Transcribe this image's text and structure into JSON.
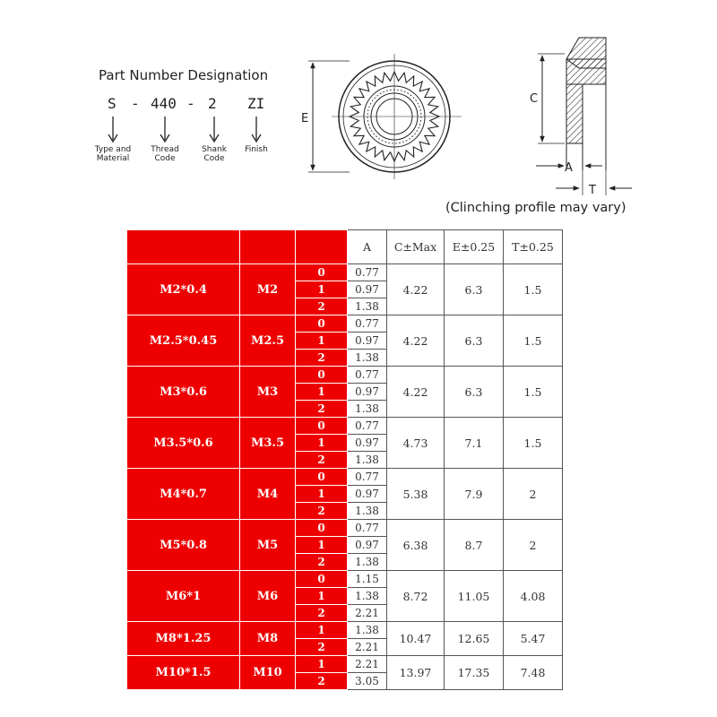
{
  "designation": {
    "title": "Part Number Designation",
    "parts": [
      "S",
      "-",
      "440",
      "-",
      "2",
      "ZI"
    ],
    "captions": [
      {
        "line1": "Type and",
        "line2": "Material"
      },
      {
        "line1": "Thread",
        "line2": "Code"
      },
      {
        "line1": "Shank",
        "line2": "Code"
      },
      {
        "line1": "Finish",
        "line2": ""
      }
    ]
  },
  "drawing": {
    "dim_labels": {
      "E": "E",
      "C": "C",
      "A": "A",
      "T": "T"
    },
    "note": "(Clinching profile may vary)"
  },
  "table": {
    "headers": [
      "A",
      "C±Max",
      "E±0.25",
      "T±0.25"
    ],
    "rows": [
      {
        "thread": "M2*0.4",
        "code": "M2",
        "shank": [
          {
            "code": "0",
            "a": "0.77"
          },
          {
            "code": "1",
            "a": "0.97"
          },
          {
            "code": "2",
            "a": "1.38"
          }
        ],
        "c": "4.22",
        "e": "6.3",
        "t": "1.5"
      },
      {
        "thread": "M2.5*0.45",
        "code": "M2.5",
        "shank": [
          {
            "code": "0",
            "a": "0.77"
          },
          {
            "code": "1",
            "a": "0.97"
          },
          {
            "code": "2",
            "a": "1.38"
          }
        ],
        "c": "4.22",
        "e": "6.3",
        "t": "1.5"
      },
      {
        "thread": "M3*0.6",
        "code": "M3",
        "shank": [
          {
            "code": "0",
            "a": "0.77"
          },
          {
            "code": "1",
            "a": "0.97"
          },
          {
            "code": "2",
            "a": "1.38"
          }
        ],
        "c": "4.22",
        "e": "6.3",
        "t": "1.5"
      },
      {
        "thread": "M3.5*0.6",
        "code": "M3.5",
        "shank": [
          {
            "code": "0",
            "a": "0.77"
          },
          {
            "code": "1",
            "a": "0.97"
          },
          {
            "code": "2",
            "a": "1.38"
          }
        ],
        "c": "4.73",
        "e": "7.1",
        "t": "1.5"
      },
      {
        "thread": "M4*0.7",
        "code": "M4",
        "shank": [
          {
            "code": "0",
            "a": "0.77"
          },
          {
            "code": "1",
            "a": "0.97"
          },
          {
            "code": "2",
            "a": "1.38"
          }
        ],
        "c": "5.38",
        "e": "7.9",
        "t": "2"
      },
      {
        "thread": "M5*0.8",
        "code": "M5",
        "shank": [
          {
            "code": "0",
            "a": "0.77"
          },
          {
            "code": "1",
            "a": "0.97"
          },
          {
            "code": "2",
            "a": "1.38"
          }
        ],
        "c": "6.38",
        "e": "8.7",
        "t": "2"
      },
      {
        "thread": "M6*1",
        "code": "M6",
        "shank": [
          {
            "code": "0",
            "a": "1.15"
          },
          {
            "code": "1",
            "a": "1.38"
          },
          {
            "code": "2",
            "a": "2.21"
          }
        ],
        "c": "8.72",
        "e": "11.05",
        "t": "4.08"
      },
      {
        "thread": "M8*1.25",
        "code": "M8",
        "shank": [
          {
            "code": "1",
            "a": "1.38"
          },
          {
            "code": "2",
            "a": "2.21"
          }
        ],
        "c": "10.47",
        "e": "12.65",
        "t": "5.47"
      },
      {
        "thread": "M10*1.5",
        "code": "M10",
        "shank": [
          {
            "code": "1",
            "a": "2.21"
          },
          {
            "code": "2",
            "a": "3.05"
          }
        ],
        "c": "13.97",
        "e": "17.35",
        "t": "7.48"
      }
    ]
  }
}
